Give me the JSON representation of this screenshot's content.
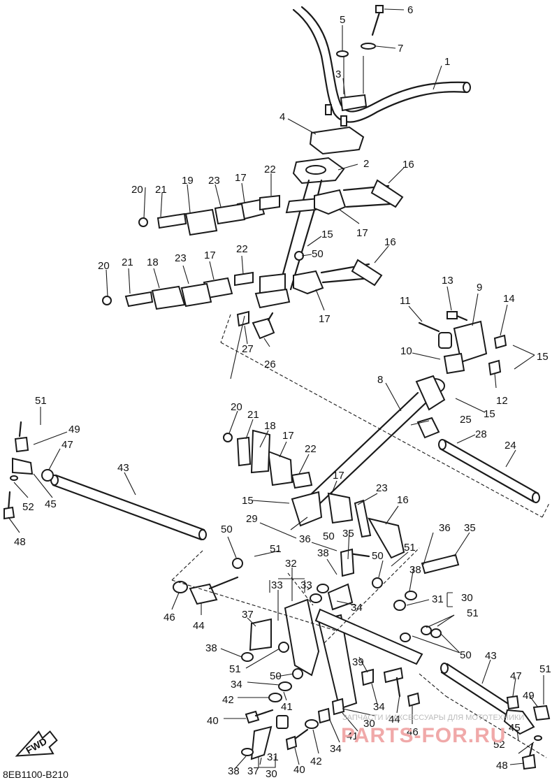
{
  "diagram": {
    "callouts": [
      "1",
      "2",
      "3",
      "4",
      "5",
      "6",
      "7",
      "8",
      "9",
      "10",
      "11",
      "12",
      "13",
      "14",
      "15",
      "16",
      "17",
      "18",
      "19",
      "20",
      "21",
      "22",
      "23",
      "24",
      "25",
      "26",
      "27",
      "28",
      "29",
      "30",
      "31",
      "32",
      "33",
      "34",
      "35",
      "36",
      "37",
      "38",
      "39",
      "40",
      "41",
      "42",
      "43",
      "44",
      "45",
      "46",
      "47",
      "48",
      "49",
      "50",
      "51",
      "52"
    ],
    "fwd_label": "FWD",
    "drawing_code": "8EB1100-B210",
    "watermark_line": "ЗАПЧАСТИ И АКСЕССУАРЫ ДЛЯ МОТОТЕХНИКИ",
    "watermark_logo": "PARTS-FOR.RU"
  }
}
